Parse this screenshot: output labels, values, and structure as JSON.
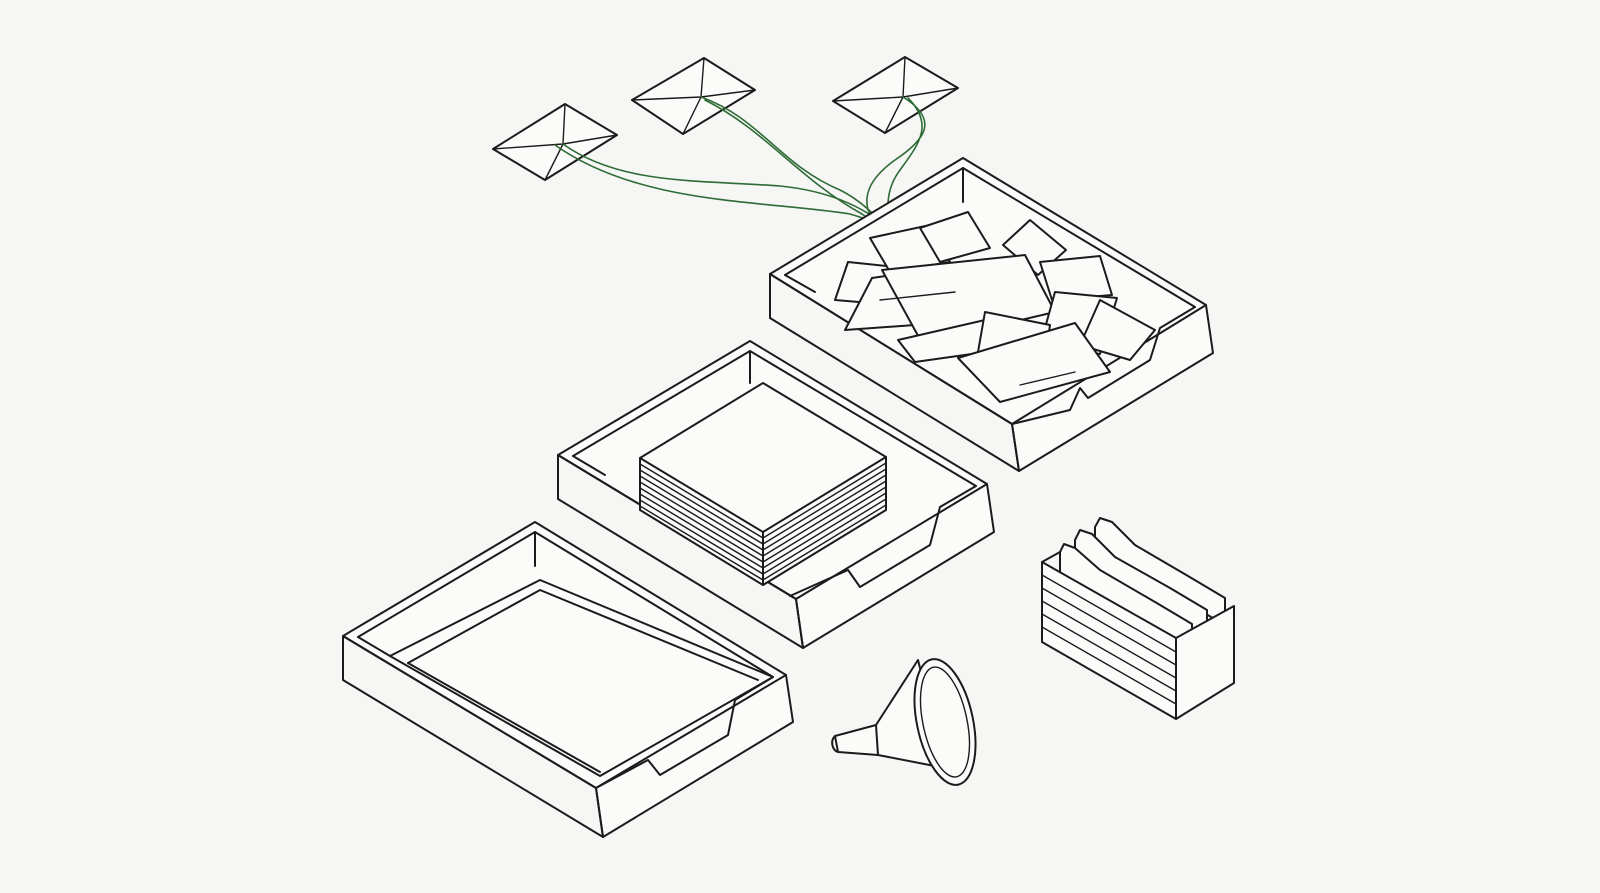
{
  "scene": {
    "background": "#f6f6f5",
    "line_color": "#1b1b1b",
    "accent": "#2e6b36",
    "objects": [
      "envelope-icon",
      "envelope-icon",
      "envelope-icon",
      "cluttered-inbox-tray",
      "stacked-papers-tray",
      "empty-tray",
      "funnel-icon",
      "file-folder-box"
    ]
  }
}
